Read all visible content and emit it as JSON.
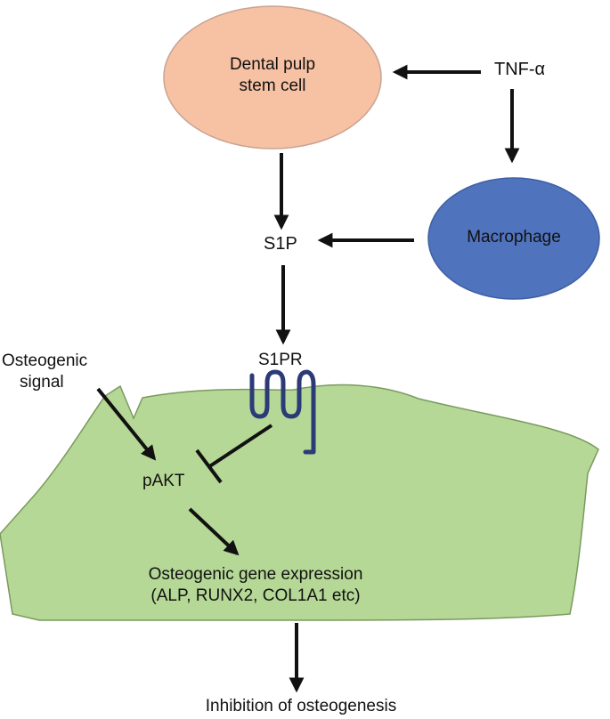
{
  "nodes": {
    "dpsc": {
      "line1": "Dental pulp",
      "line2": "stem cell",
      "fill": "#f7c2a4",
      "stroke": "#c9a391"
    },
    "macrophage": {
      "label": "Macrophage",
      "fill": "#4f73bd",
      "stroke": "#3f5fa3"
    },
    "tnf": {
      "label": "TNF-α"
    },
    "s1p": {
      "label": "S1P"
    },
    "s1pr": {
      "label": "S1PR",
      "receptor_color": "#2d3a78"
    },
    "osteogenic_signal": {
      "line1": "Osteogenic",
      "line2": "signal"
    },
    "pakt": {
      "label": "pAKT"
    },
    "gene_expression": {
      "line1": "Osteogenic gene expression",
      "line2": "(ALP, RUNX2, COL1A1 etc)"
    },
    "outcome": {
      "label": "Inhibition of osteogenesis"
    }
  },
  "cell": {
    "fill": "#b5d896",
    "stroke": "#7a9a5e"
  },
  "arrow_color": "#111111"
}
